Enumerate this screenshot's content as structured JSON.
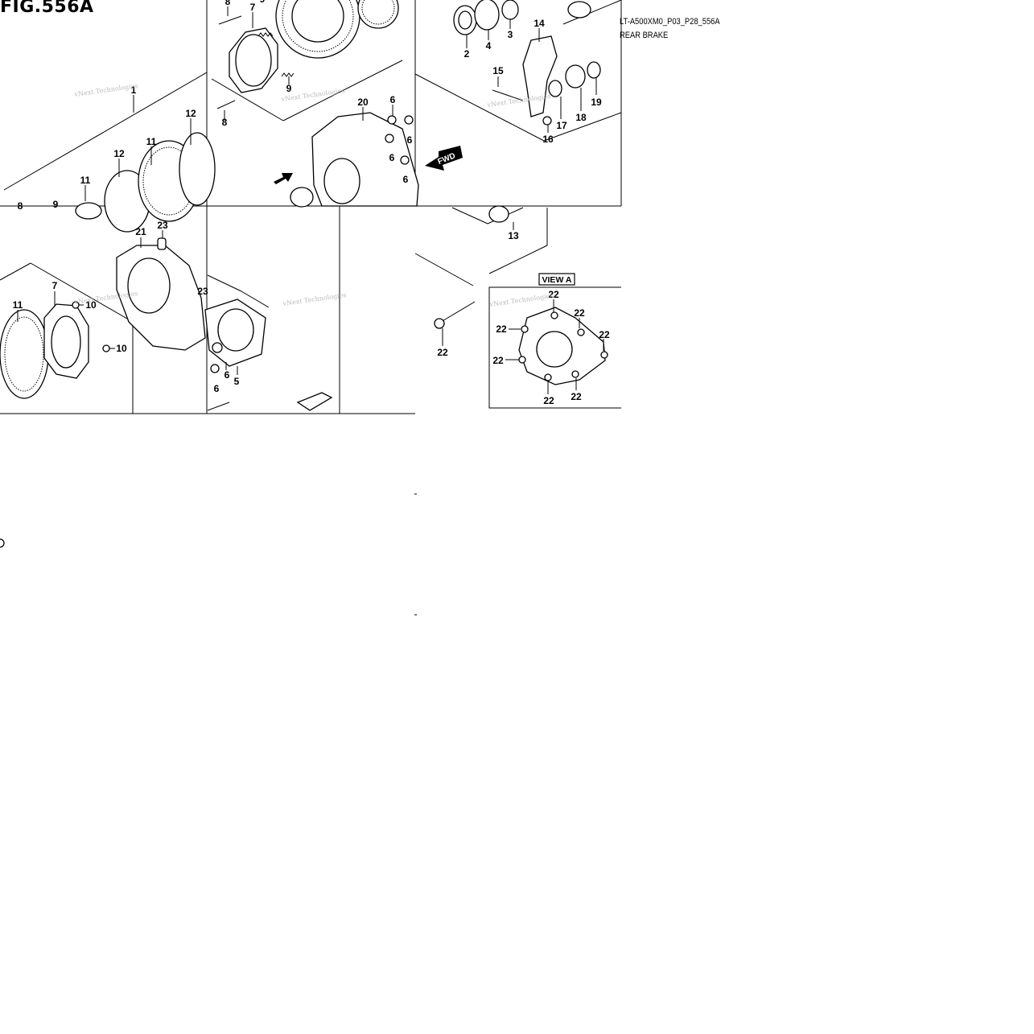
{
  "figure": {
    "title": "FIG.556A",
    "code": "LT-A500XM0_P03_P28_556A",
    "name": "REAR BRAKE",
    "view_label": "VIEW A",
    "fwd_label": "FWD",
    "watermark": "vNext Technologies"
  },
  "callouts": [
    "1",
    "2",
    "3",
    "4",
    "5",
    "6",
    "7",
    "8",
    "9",
    "10",
    "11",
    "12",
    "13",
    "14",
    "15",
    "16",
    "17",
    "18",
    "19",
    "20",
    "21",
    "22",
    "23"
  ]
}
